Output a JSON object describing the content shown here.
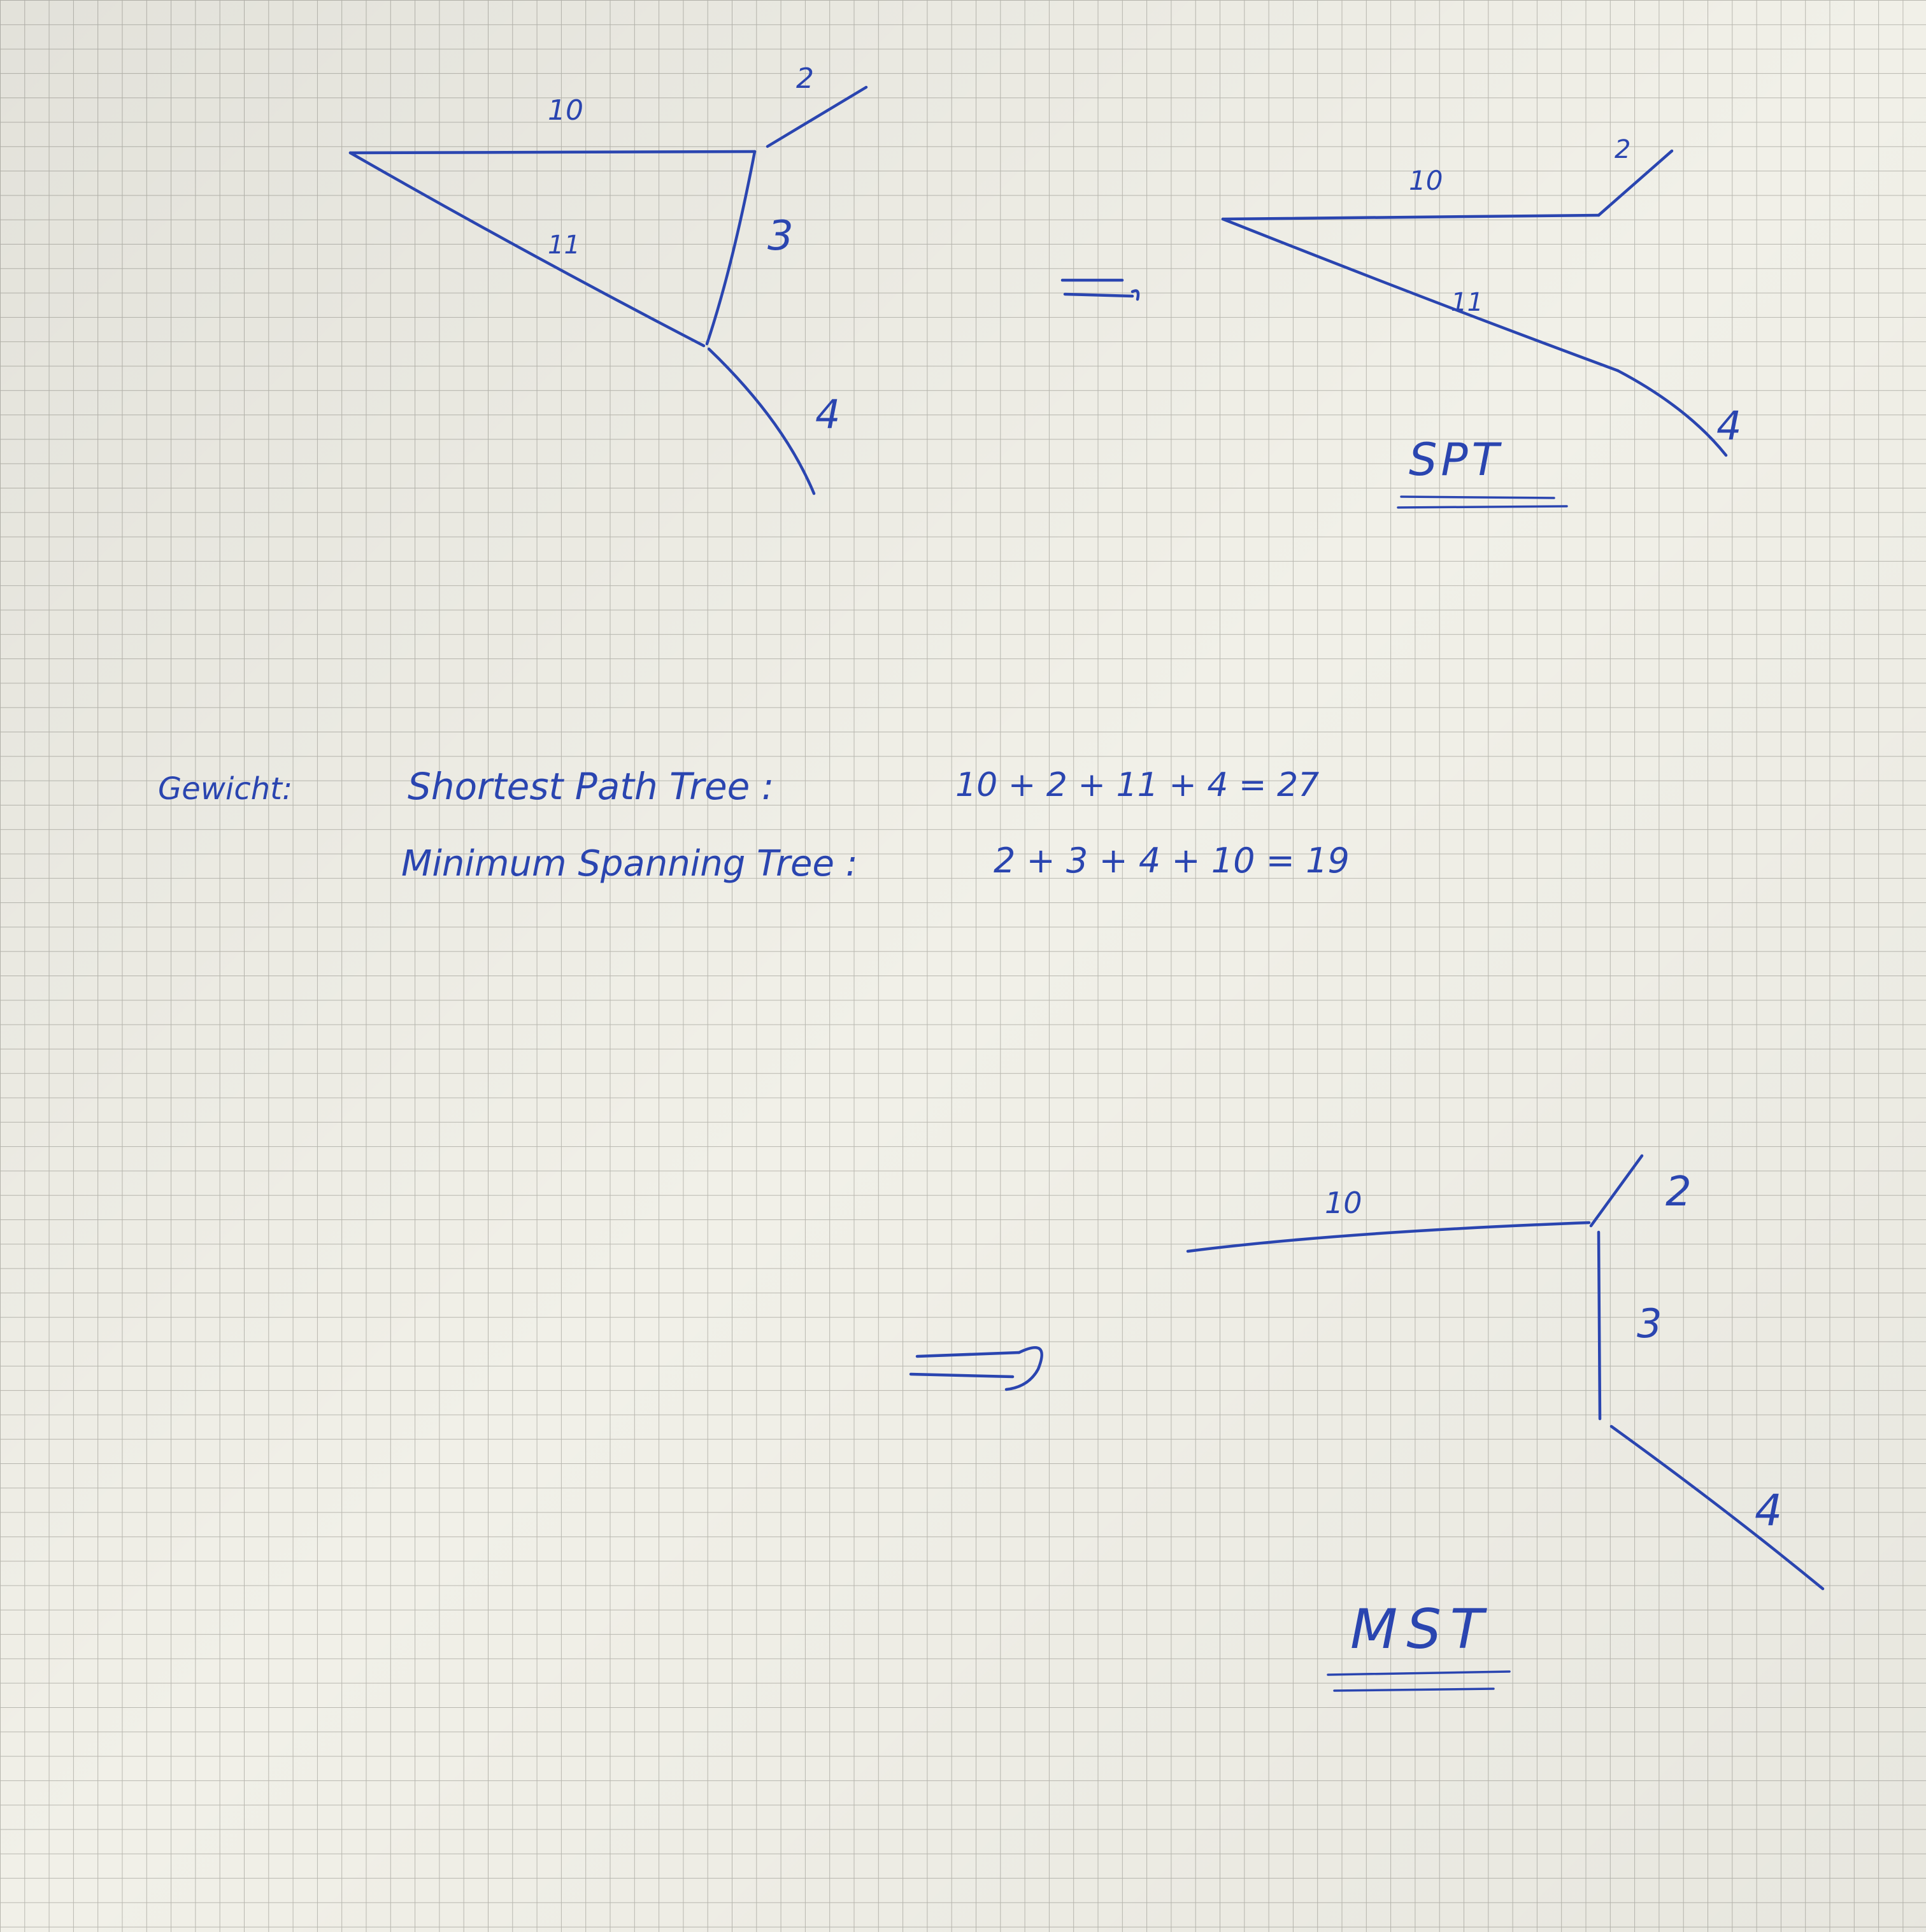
{
  "graph_original": {
    "edge_weights": {
      "top": "10",
      "diagonal": "11",
      "vertical": "3",
      "stub_top": "2",
      "stub_bottom": "4"
    }
  },
  "implies_1": "=>",
  "spt": {
    "edge_weights": {
      "top": "10",
      "diagonal": "11",
      "stub_top": "2",
      "stub_bottom": "4"
    },
    "label": "SPT"
  },
  "weights": {
    "heading": "Gewicht:",
    "spt_label": "Shortest Path Tree :",
    "spt_sum": "10 + 2 + 11 + 4 = 27",
    "mst_label": "Minimum Spanning Tree :",
    "mst_sum": "2 + 3 + 4 + 10 = 19"
  },
  "implies_2": "=>",
  "mst": {
    "edge_weights": {
      "top": "10",
      "vertical": "3",
      "stub_top": "2",
      "stub_bottom": "4"
    },
    "label": "MST"
  }
}
